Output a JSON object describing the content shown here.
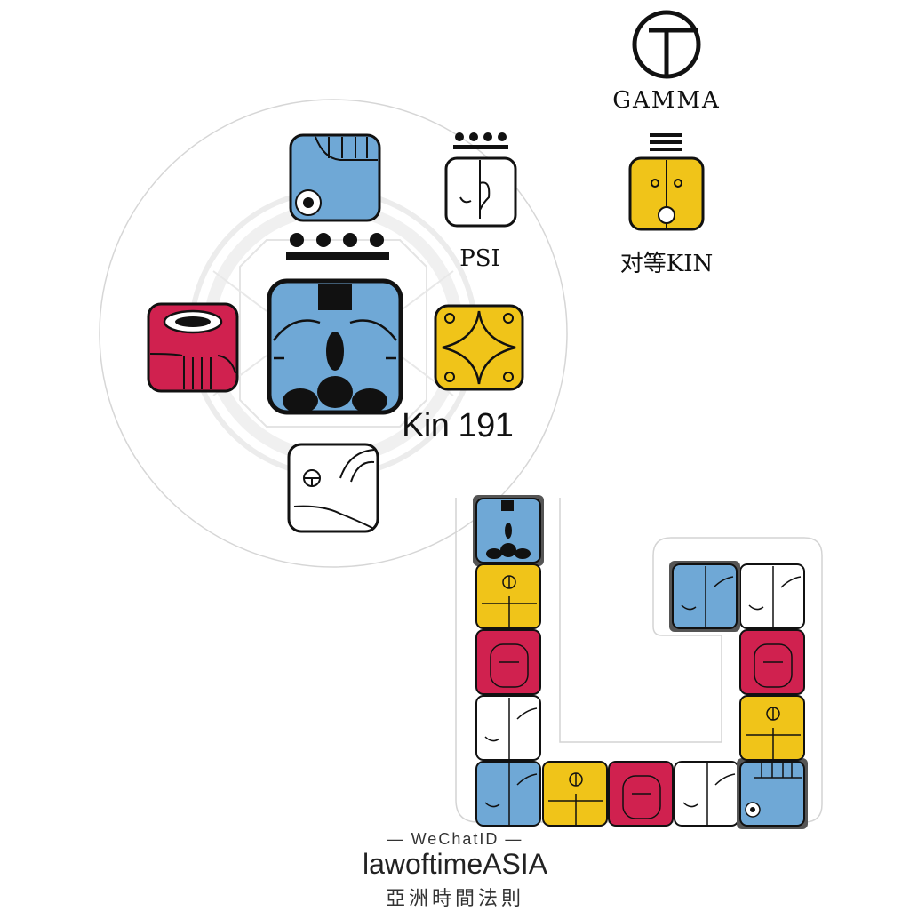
{
  "gamma": {
    "label": "GAMMA"
  },
  "psi": {
    "label": "PSI",
    "tone_dots": 4,
    "tone_bars": 1
  },
  "analog": {
    "label": "对等KIN",
    "tone_dots": 0,
    "tone_bars": 3
  },
  "main_kin": {
    "label": "Kin 191",
    "tone_dots": 4,
    "tone_bars": 1
  },
  "colors": {
    "blue": "#6fa8d6",
    "yellow": "#f0c419",
    "red": "#d0214f",
    "white": "#ffffff",
    "ink": "#111111",
    "frame": "#555555"
  },
  "oracle": {
    "guide": "blue-hand",
    "analog": "yellow-star",
    "antipode": "red-earth",
    "occult": "white-wind",
    "destiny": "blue-storm"
  },
  "wavespell": [
    "blue-storm",
    "yellow-sun",
    "red-dragon",
    "white-wind",
    "blue-night",
    "yellow-seed",
    "red-serpent",
    "white-worldbridger",
    "blue-hand",
    "yellow-star",
    "red-moon",
    "white-dog",
    "blue-monkey"
  ],
  "watermark": {
    "line1": "— WeChatID —",
    "line2": "lawoftimeASIA",
    "line3": "亞洲時間法則"
  }
}
